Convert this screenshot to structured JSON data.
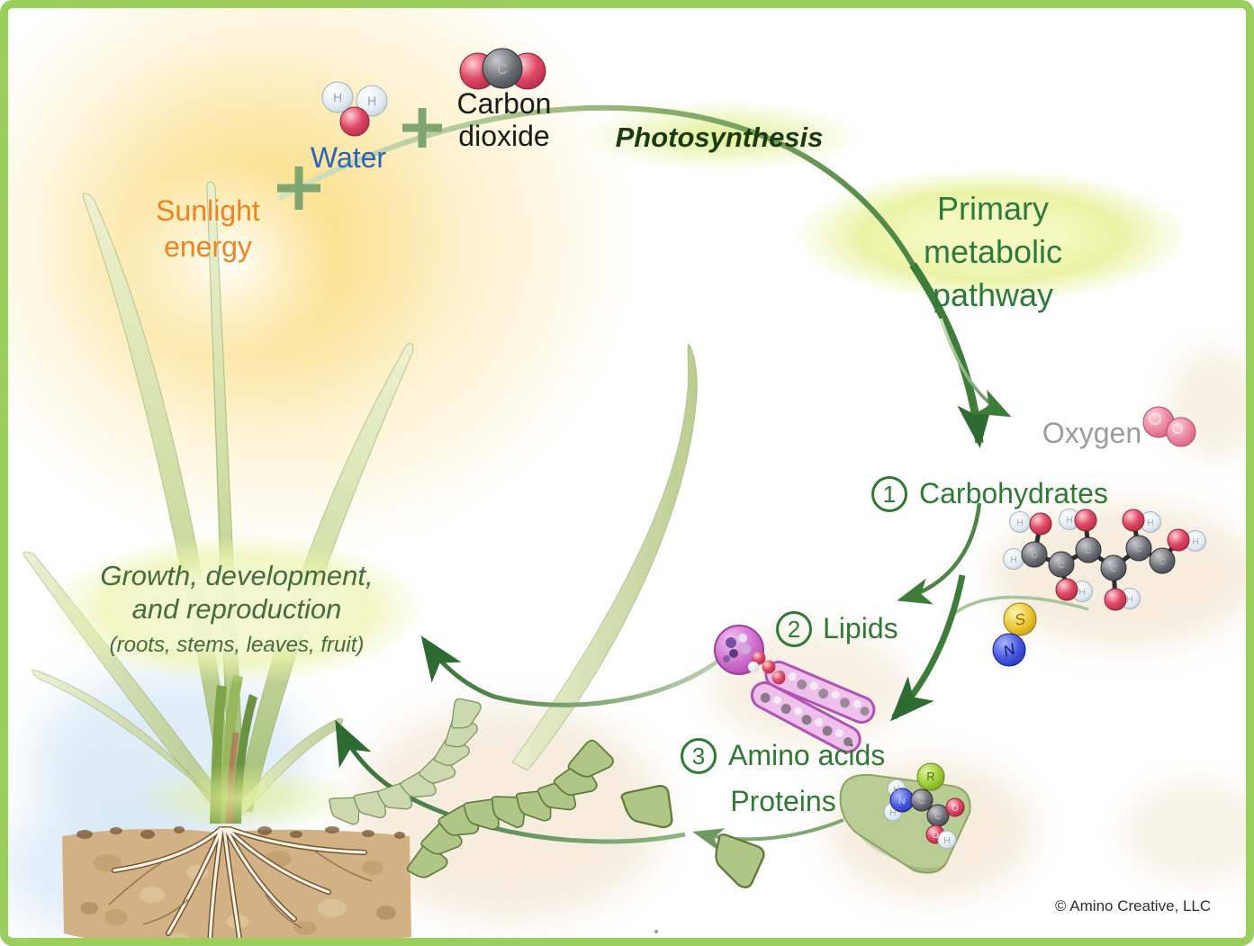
{
  "diagram": {
    "inputs": {
      "sunlight": {
        "label": "Sunlight\nenergy"
      },
      "water": {
        "label": "Water"
      },
      "carbon_dioxide": {
        "label": "Carbon\ndioxide"
      },
      "plus_sign": "+"
    },
    "process": {
      "label": "Photosynthesis"
    },
    "pathway": {
      "label": "Primary metabolic\npathway"
    },
    "outputs": {
      "oxygen": {
        "label": "Oxygen"
      },
      "steps": [
        {
          "num": "1",
          "label": "Carbohydrates"
        },
        {
          "num": "2",
          "label": "Lipids"
        },
        {
          "num": "3",
          "label": "Amino acids"
        }
      ],
      "proteins_label": "Proteins"
    },
    "result": {
      "line1": "Growth, development,",
      "line2": "and reproduction",
      "sub": "(roots, stems, leaves, fruit)"
    },
    "copyright": "© Amino Creative, LLC",
    "atoms": {
      "h": "H",
      "c": "C",
      "o": "O",
      "n": "N",
      "s": "S",
      "r": "R"
    },
    "colors": {
      "border_green": "#9BCE5C",
      "arrow_dark_green": "#2E6B33",
      "arrow_mid_green": "#3E7C3A",
      "arrow_light_green": "#BBCFAE",
      "text_green": "#2E7A35",
      "pathway_green": "#2E7A3C",
      "growth_green": "#466B3C",
      "sunlight_orange": "#F0831E",
      "water_blue": "#2C63B8",
      "oxygen_gray": "#9B9B9B",
      "oxygen_pink": "#E8849B",
      "oxygen_red": "#D13A5E",
      "carbon_gray": "#6A6A72",
      "lipid_magenta": "#CC6CCC",
      "sulfur_yellow": "#E8C52E",
      "nitrogen_blue": "#4353DE",
      "r_group_green": "#9ACB30",
      "block_green": "#AFC687",
      "soil_brown": "#D2B285",
      "sun_yellow": "#FBE49E",
      "glow_yellow_green": "#EDF2A0"
    }
  }
}
